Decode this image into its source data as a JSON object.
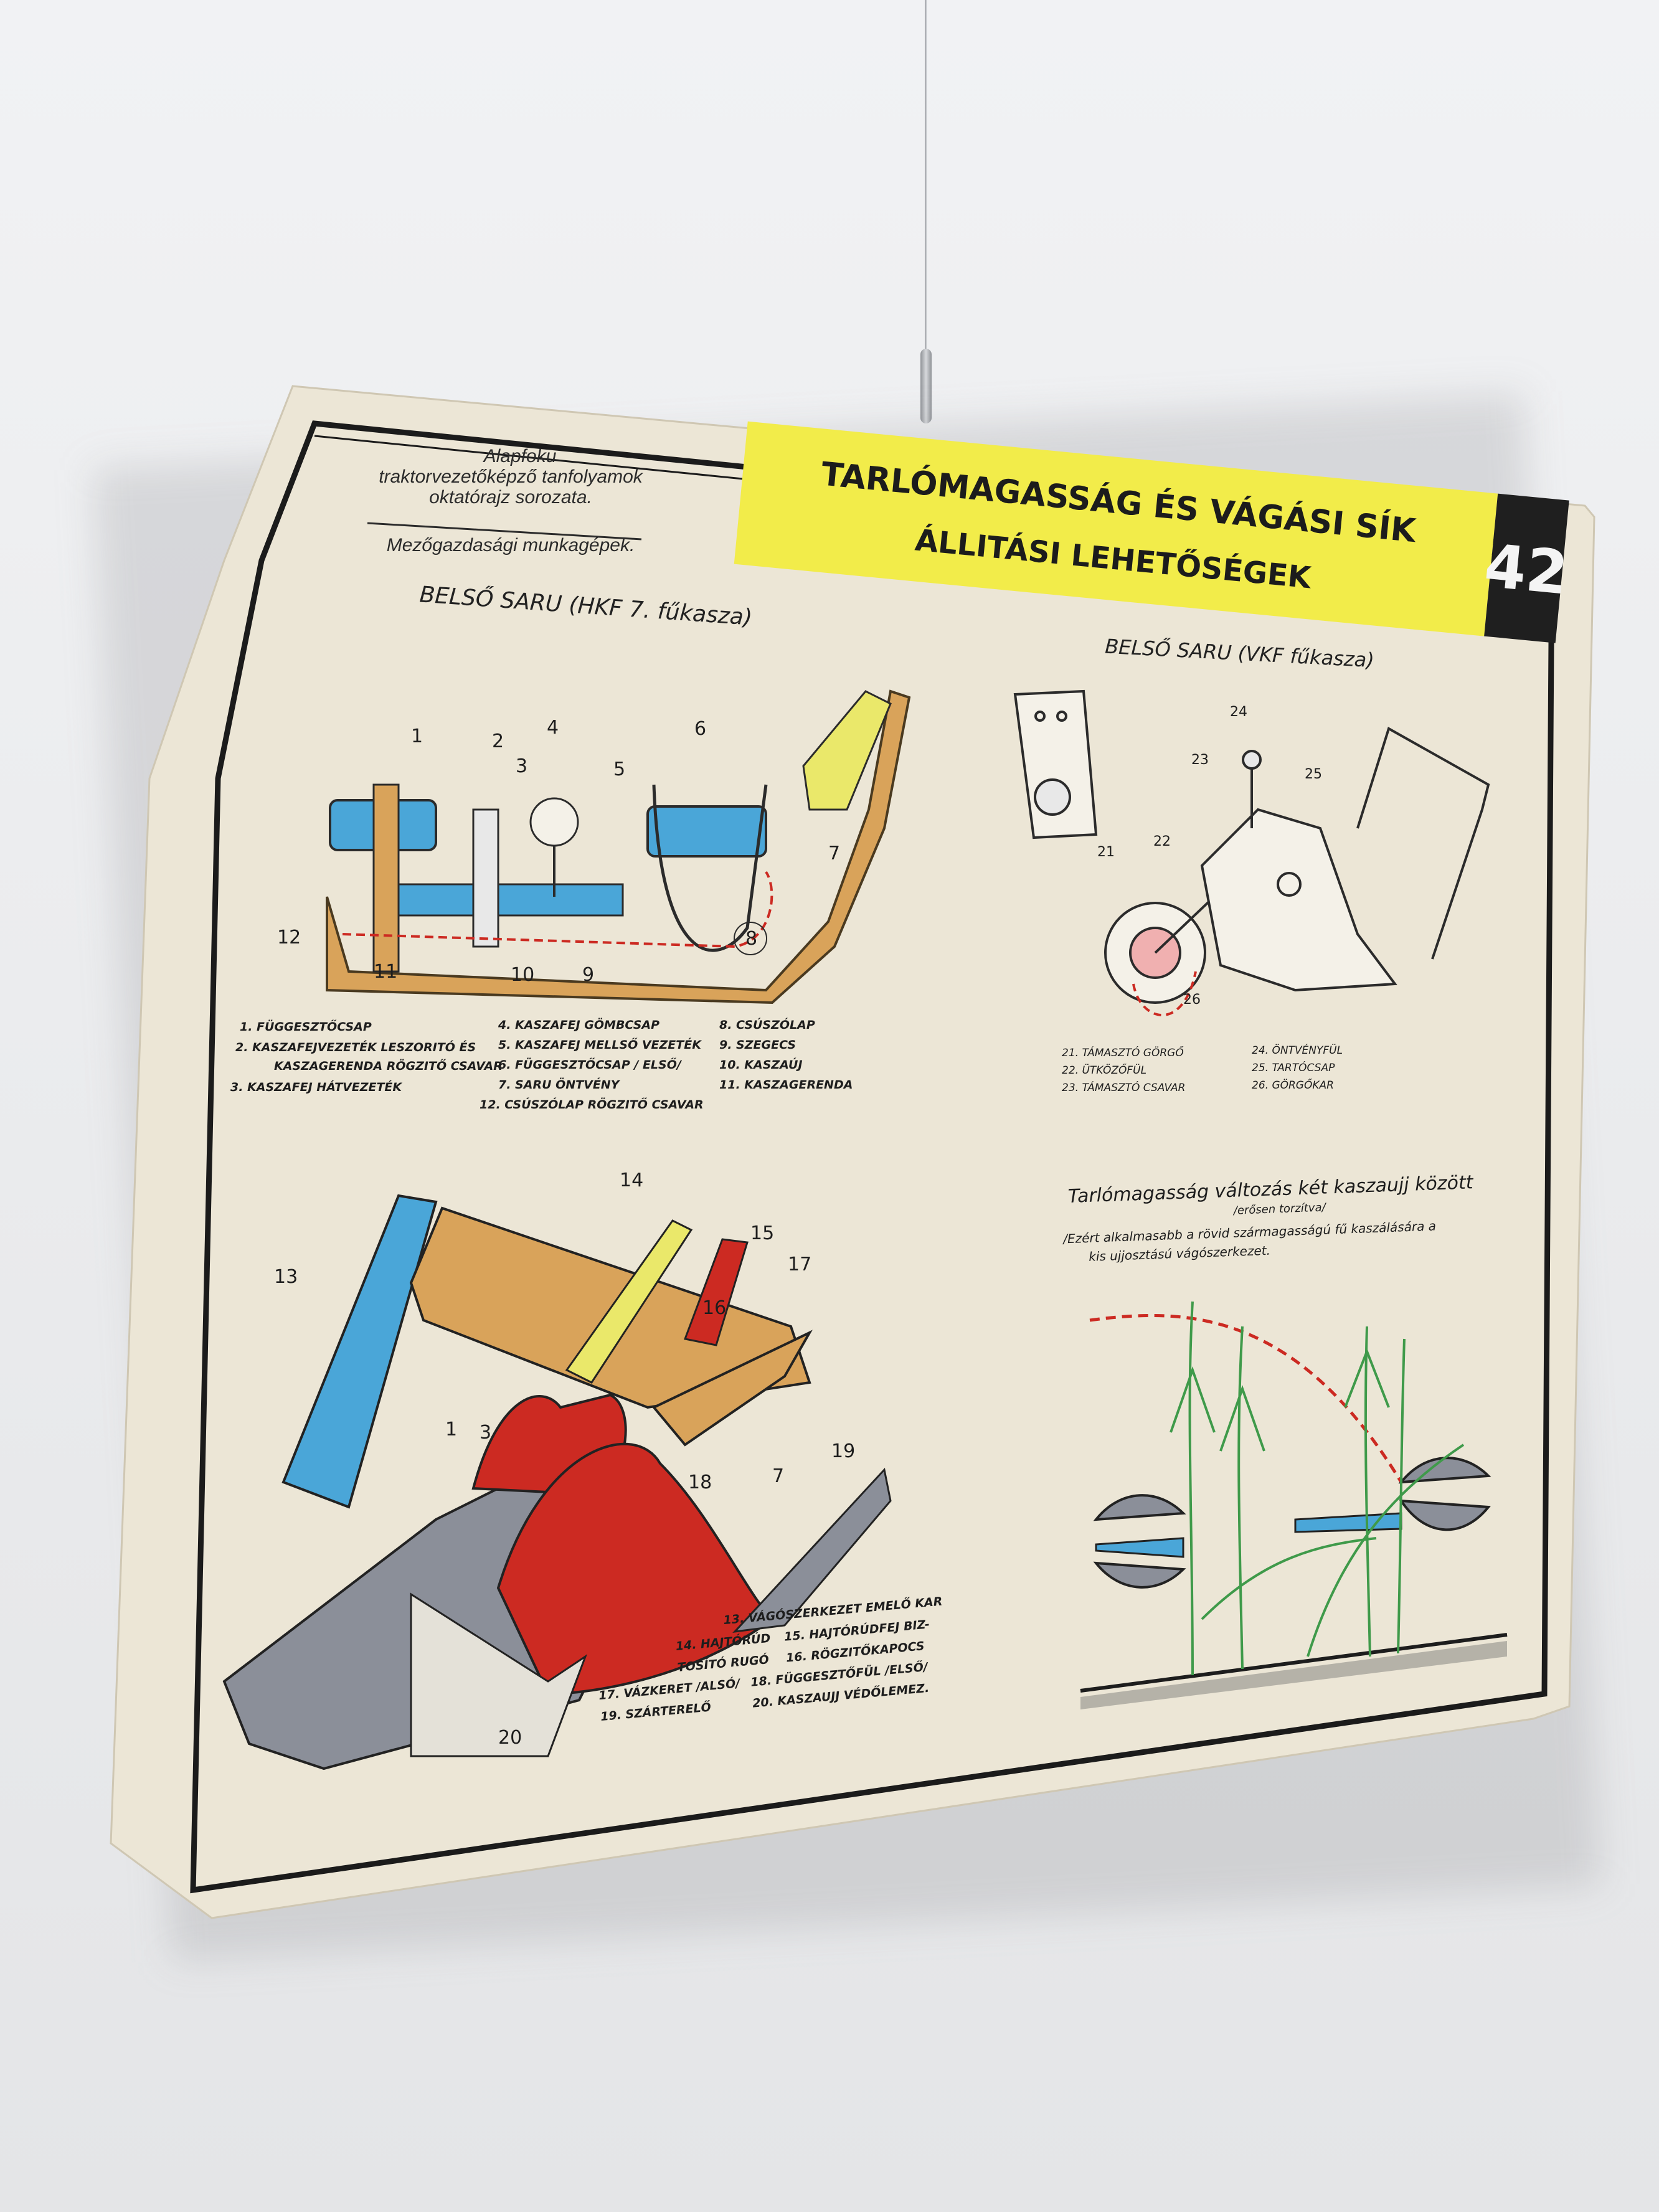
{
  "header": {
    "series_line1": "Alapfoku",
    "series_line2": "traktorvezetőképző tanfolyamok",
    "series_line3": "oktatórajz sorozata.",
    "category": "Mezőgazdasági munkagépek."
  },
  "title": {
    "line1": "TARLÓMAGASSÁG ÉS VÁGÁSI SÍK",
    "line2": "ÁLLITÁSI LEHETŐSÉGEK",
    "number": "42"
  },
  "diagram_left": {
    "heading": "BELSŐ SARU (HKF 7. fűkasza)",
    "callouts": [
      "1",
      "2",
      "3",
      "4",
      "5",
      "6",
      "7",
      "8",
      "9",
      "10",
      "11",
      "12"
    ]
  },
  "diagram_right": {
    "heading": "BELSŐ SARU (VKF fűkasza)",
    "callouts": [
      "21",
      "22",
      "23",
      "24",
      "25",
      "26"
    ]
  },
  "legend_left": [
    "1. FÜGGESZTŐCSAP",
    "2. KASZAFEJVEZETÉK LESZORITÓ ÉS",
    "KASZAGERENDA RÖGZITŐ CSAVAR",
    "3. KASZAFEJ HÁTVEZETÉK",
    "4. KASZAFEJ GÖMBCSAP",
    "5. KASZAFEJ MELLSŐ VEZETÉK",
    "6. FÜGGESZTŐCSAP / ELSŐ/",
    "7. SARU ÖNTVÉNY",
    "12. CSÚSZÓLAP RÖGZITŐ CSAVAR",
    "8. CSÚSZÓLAP",
    "9. SZEGECS",
    "10. KASZAÚJ",
    "11. KASZAGERENDA"
  ],
  "legend_right": [
    "21. TÁMASZTÓ GÖRGŐ",
    "22. ÜTKÖZŐFÜL",
    "23. TÁMASZTÓ CSAVAR",
    "24. ÖNTVÉNYFÜL",
    "25. TARTÓCSAP",
    "26. GÖRGŐKAR"
  ],
  "diagram_bottom_left": {
    "callouts": [
      "13",
      "14",
      "15",
      "16",
      "17",
      "19",
      "18",
      "7",
      "1",
      "3",
      "20"
    ]
  },
  "legend_bottom": [
    "13. VÁGÓSZERKEZET EMELŐ KAR",
    "14. HAJTÓRÚD",
    "15. HAJTÓRÚDFEJ BIZ-",
    "TOSÍTÓ RUGÓ",
    "16. RÖGZITŐKAPOCS",
    "17. VÁZKERET /ALSÓ/",
    "18. FÜGGESZTŐFÜL /ELSŐ/",
    "19. SZÁRTERELŐ",
    "20. KASZAUJJ VÉDŐLEMEZ."
  ],
  "stubble_note": {
    "line1": "Tarlómagasság változás két kaszaujj között",
    "line2": "/erősen torzítva/",
    "line3": "/Ezért alkalmasabb a rövid szármagasságú fű kaszálására a",
    "line4": "kis ujjosztású vágószerkezet."
  },
  "colors": {
    "paper": "#ece6d6",
    "yellow": "#f2ec4a",
    "blue": "#4aa6d8",
    "orange": "#d6953a",
    "red": "#cc2a22",
    "gray": "#8b8f99"
  }
}
